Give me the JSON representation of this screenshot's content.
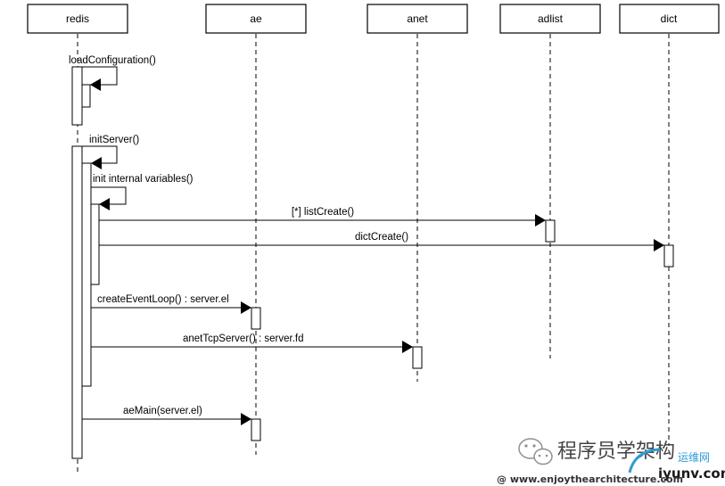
{
  "participants": [
    {
      "id": "redis",
      "label": "redis"
    },
    {
      "id": "ae",
      "label": "ae"
    },
    {
      "id": "anet",
      "label": "anet"
    },
    {
      "id": "adlist",
      "label": "adlist"
    },
    {
      "id": "dict",
      "label": "dict"
    }
  ],
  "messages": [
    {
      "id": "loadConfiguration",
      "label": "loadConfiguration()"
    },
    {
      "id": "initServer",
      "label": "initServer()"
    },
    {
      "id": "initInternal",
      "label": "init internal variables()"
    },
    {
      "id": "listCreate",
      "label": "[*] listCreate()"
    },
    {
      "id": "dictCreate",
      "label": "dictCreate()"
    },
    {
      "id": "createEventLoop",
      "label": "createEventLoop() : server.el"
    },
    {
      "id": "anetTcpServer",
      "label": "anetTcpServer() : server.fd"
    },
    {
      "id": "aeMain",
      "label": "aeMain(server.el)"
    }
  ],
  "watermark": {
    "title": "程序员学架构",
    "site_cn": "运维网",
    "site": "iyunv.com",
    "url": "@ www.enjoythearchitecture.com"
  }
}
